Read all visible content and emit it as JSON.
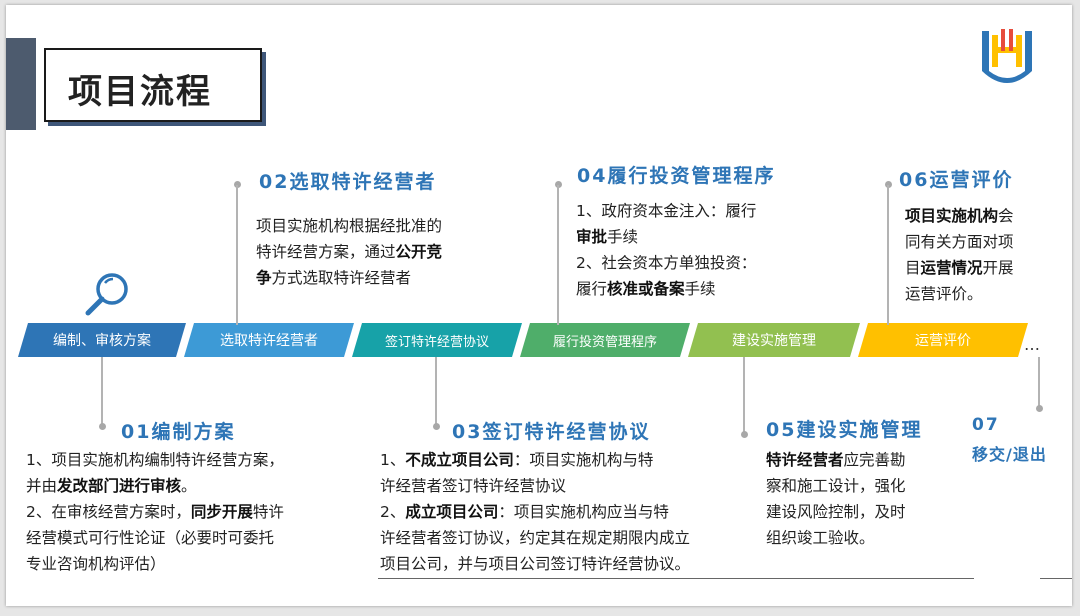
{
  "title": "项目流程",
  "colors": {
    "accent": "#2e75b6",
    "bar_dark": "#4d5b6e",
    "heading_blue": "#2e75b6"
  },
  "icons": {
    "logo": "uh-logo-icon",
    "search": "magnifier-icon"
  },
  "phases": [
    {
      "label": "编制、审核方案",
      "color": "#2e75b6"
    },
    {
      "label": "选取特许经营者",
      "color": "#3d9ad6"
    },
    {
      "label": "签订特许经营协议",
      "color": "#17a2a8"
    },
    {
      "label": "履行投资管理程序",
      "color": "#4fae6a"
    },
    {
      "label": "建设实施管理",
      "color": "#92c050"
    },
    {
      "label": "运营评价",
      "color": "#ffc000"
    }
  ],
  "ellipsis": "…",
  "steps": {
    "s01": {
      "heading": "01编制方案",
      "lines": [
        [
          {
            "t": "1、项目实施机构编制特许经营方案，"
          }
        ],
        [
          {
            "t": "并由"
          },
          {
            "t": "发改部门进行审核",
            "b": true
          },
          {
            "t": "。"
          }
        ],
        [
          {
            "t": "2、在审核经营方案时，"
          },
          {
            "t": "同步开展",
            "b": true
          },
          {
            "t": "特许"
          }
        ],
        [
          {
            "t": "经营模式可行性论证（必要时可委托"
          }
        ],
        [
          {
            "t": "专业咨询机构评估）"
          }
        ]
      ]
    },
    "s02": {
      "heading": "02选取特许经营者",
      "lines": [
        [
          {
            "t": "项目实施机构根据经批准的"
          }
        ],
        [
          {
            "t": "特许经营方案，通过"
          },
          {
            "t": "公开竞",
            "b": true
          }
        ],
        [
          {
            "t": "争",
            "b": true
          },
          {
            "t": "方式选取特许经营者"
          }
        ]
      ]
    },
    "s03": {
      "heading": "03签订特许经营协议",
      "lines": [
        [
          {
            "t": "1、"
          },
          {
            "t": "不成立项目公司",
            "b": true
          },
          {
            "t": "：项目实施机构与特"
          }
        ],
        [
          {
            "t": "许经营者签订特许经营协议"
          }
        ],
        [
          {
            "t": "2、"
          },
          {
            "t": "成立项目公司",
            "b": true
          },
          {
            "t": "：项目实施机构应当与特"
          }
        ],
        [
          {
            "t": "许经营者签订协议，约定其在规定期限内成立"
          }
        ],
        [
          {
            "t": "项目公司，并与项目公司签订特许经营协议。"
          }
        ]
      ]
    },
    "s04": {
      "heading": "04履行投资管理程序",
      "lines": [
        [
          {
            "t": "1、政府资本金注入：履行"
          }
        ],
        [
          {
            "t": "审批",
            "b": true
          },
          {
            "t": "手续"
          }
        ],
        [
          {
            "t": "2、社会资本方单独投资："
          }
        ],
        [
          {
            "t": "履行"
          },
          {
            "t": "核准或备案",
            "b": true
          },
          {
            "t": "手续"
          }
        ]
      ]
    },
    "s05": {
      "heading": "05建设实施管理",
      "lines": [
        [
          {
            "t": "特许经营者",
            "b": true
          },
          {
            "t": "应完善勘"
          }
        ],
        [
          {
            "t": "察和施工设计，强化"
          }
        ],
        [
          {
            "t": "建设风险控制，及时"
          }
        ],
        [
          {
            "t": "组织竣工验收。"
          }
        ]
      ]
    },
    "s06": {
      "heading": "06运营评价",
      "lines": [
        [
          {
            "t": "项目实施机构",
            "b": true
          },
          {
            "t": "会"
          }
        ],
        [
          {
            "t": "同有关方面对项"
          }
        ],
        [
          {
            "t": "目"
          },
          {
            "t": "运营情况",
            "b": true
          },
          {
            "t": "开展"
          }
        ],
        [
          {
            "t": "运营评价。"
          }
        ]
      ]
    },
    "s07": {
      "heading_line1": "07",
      "heading_line2": "移交/退出"
    }
  }
}
